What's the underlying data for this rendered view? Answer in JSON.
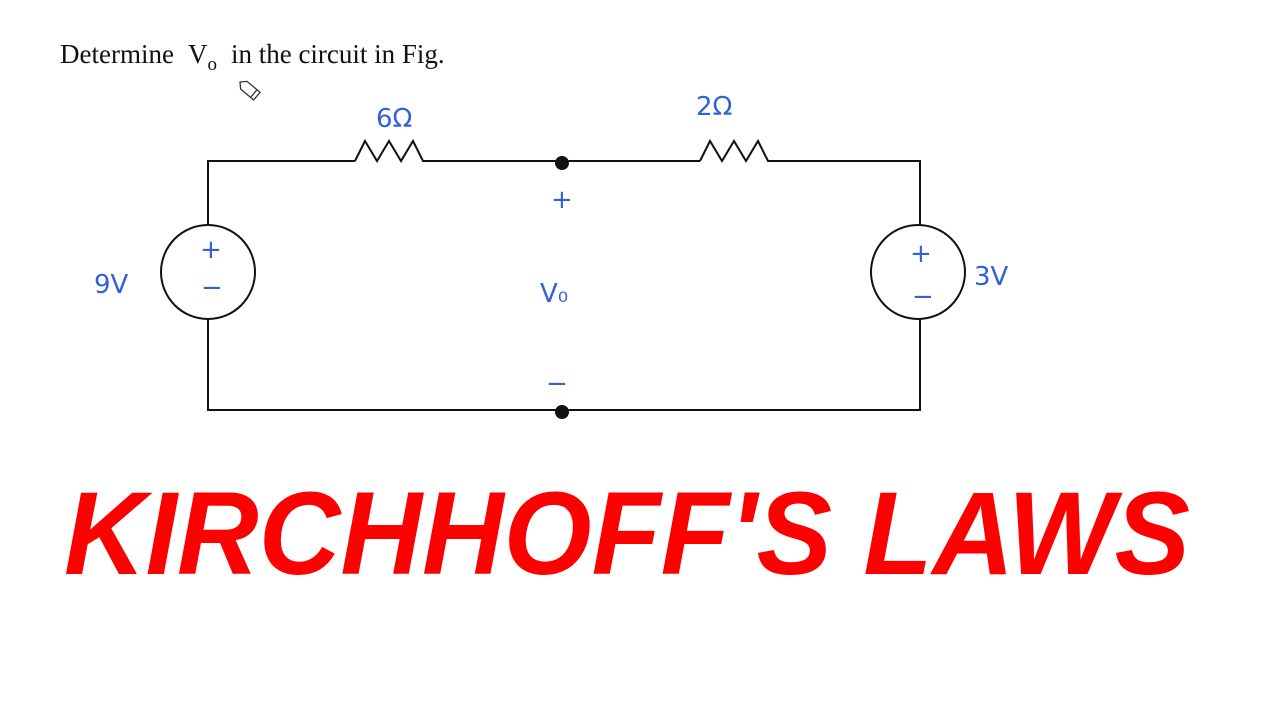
{
  "question": {
    "prefix": "Determine",
    "variable": "V",
    "subscript": "o",
    "suffix": "in the circuit in Fig."
  },
  "circuit": {
    "resistors": [
      {
        "label": "6Ω"
      },
      {
        "label": "2Ω"
      }
    ],
    "sources": [
      {
        "label": "9V",
        "plus": "+",
        "minus": "−"
      },
      {
        "label": "3V",
        "plus": "+",
        "minus": "−"
      }
    ],
    "output": {
      "plus": "+",
      "label": "V₀",
      "minus": "−"
    }
  },
  "banner": {
    "title": "KIRCHHOFF'S LAWS"
  },
  "colors": {
    "annotation": "#2f62d8",
    "banner": "#ff0000",
    "wire": "#111111"
  }
}
